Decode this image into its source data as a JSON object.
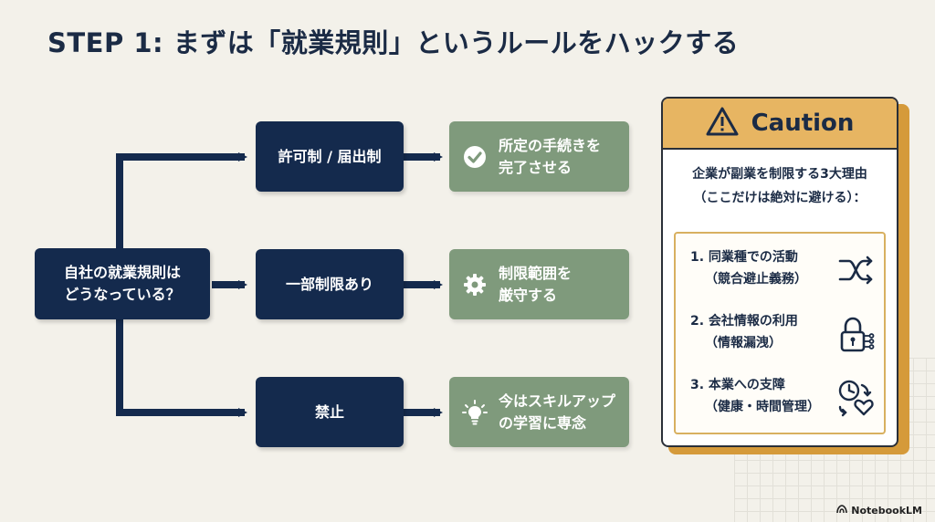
{
  "title": "STEP 1: まずは「就業規則」というルールをハックする",
  "start_node": {
    "line1": "自社の就業規則は",
    "line2": "どうなっている？"
  },
  "branches": [
    {
      "rule": "許可制 / 届出制",
      "action_line1": "所定の手続きを",
      "action_line2": "完了させる",
      "icon": "check-circle-icon"
    },
    {
      "rule": "一部制限あり",
      "action_line1": "制限範囲を",
      "action_line2": "厳守する",
      "icon": "gear-icon"
    },
    {
      "rule": "禁止",
      "action_line1": "今はスキルアップ",
      "action_line2": "の学習に専念",
      "icon": "lightbulb-icon"
    }
  ],
  "caution": {
    "heading": "Caution",
    "subtitle_line1": "企業が副業を制限する3大理由",
    "subtitle_line2": "（ここだけは絶対に避ける）：",
    "reasons": [
      {
        "line1": "1. 同業種での活動",
        "line2": "（競合避止義務）",
        "icon": "shuffle-icon"
      },
      {
        "line1": "2. 会社情報の利用",
        "line2": "（情報漏洩）",
        "icon": "padlock-icon"
      },
      {
        "line1": "3. 本業への支障",
        "line2": "（健康・時間管理）",
        "icon": "clock-heart-icon"
      }
    ]
  },
  "brand": "NotebookLM",
  "colors": {
    "navy": "#142a4d",
    "sage": "#7f9a7c",
    "amber": "#e7b562",
    "accent_shadow": "#d59a3a"
  }
}
